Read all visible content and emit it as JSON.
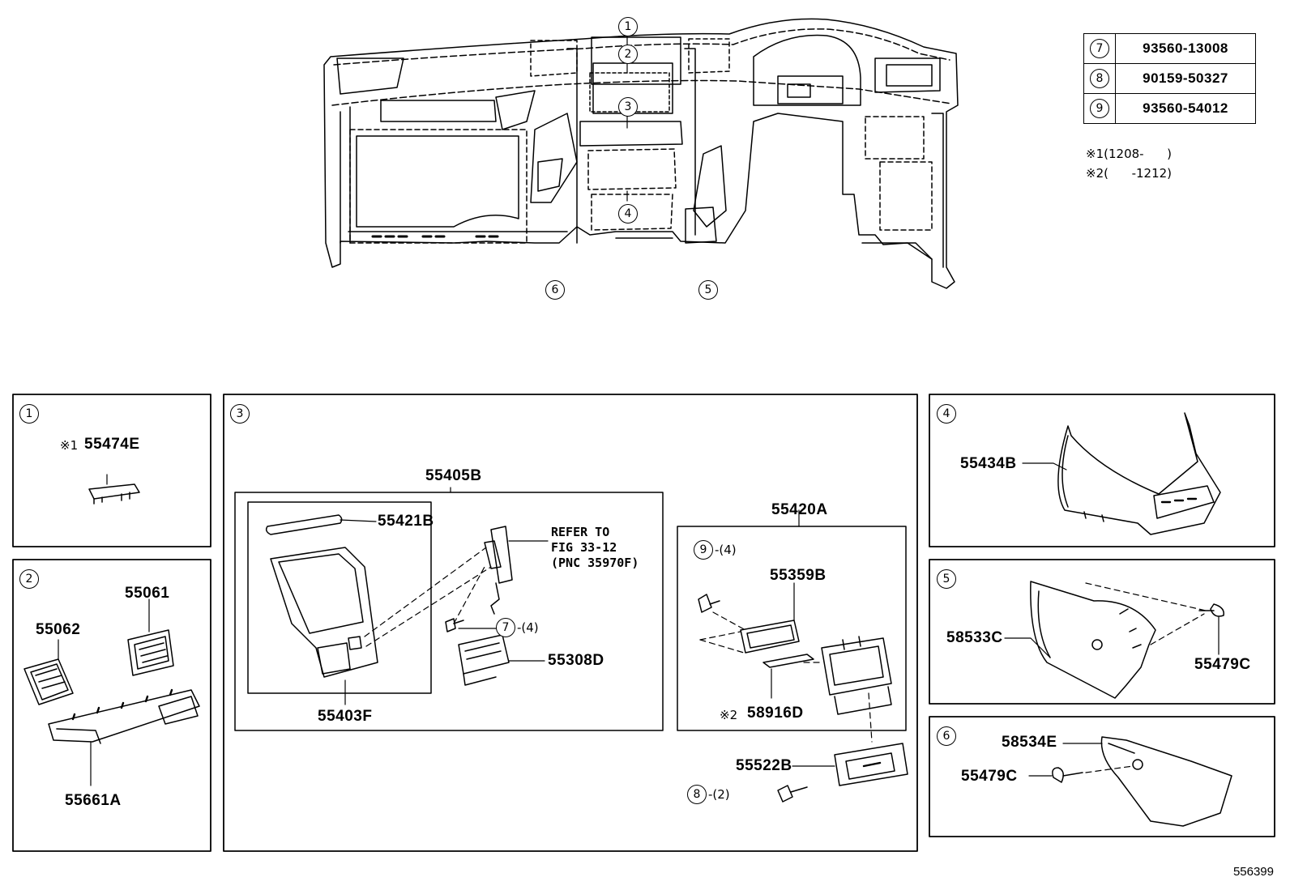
{
  "overview": {
    "callouts": [
      "1",
      "2",
      "3",
      "4",
      "5",
      "6"
    ]
  },
  "parts_table": [
    {
      "ref": "7",
      "part": "93560-13008"
    },
    {
      "ref": "8",
      "part": "90159-50327"
    },
    {
      "ref": "9",
      "part": "93560-54012"
    }
  ],
  "notes": [
    {
      "mark": "※1",
      "text": "(1208-      )"
    },
    {
      "mark": "※2",
      "text": "(      -1212)"
    }
  ],
  "panels": {
    "p1": {
      "num": "1",
      "mark": "※1",
      "part": "55474E"
    },
    "p2": {
      "num": "2",
      "parts": [
        "55062",
        "55061",
        "55661A"
      ]
    },
    "p3": {
      "num": "3",
      "group_a": "55405B",
      "a_parts": [
        "55421B",
        "55403F",
        "55308D"
      ],
      "refer": [
        "REFER TO",
        "FIG 33-12",
        "(PNC 35970F)"
      ],
      "c7": "7",
      "q7": "-(4)",
      "group_b": "55420A",
      "b_parts": [
        "55359B",
        "58916D",
        "55522B"
      ],
      "mark2": "※2",
      "c9": "9",
      "q9": "-(4)",
      "c8": "8",
      "q8": "-(2)"
    },
    "p4": {
      "num": "4",
      "part": "55434B"
    },
    "p5": {
      "num": "5",
      "parts": [
        "58533C",
        "55479C"
      ]
    },
    "p6": {
      "num": "6",
      "parts": [
        "58534E",
        "55479C"
      ]
    }
  },
  "figure_id": "556399"
}
